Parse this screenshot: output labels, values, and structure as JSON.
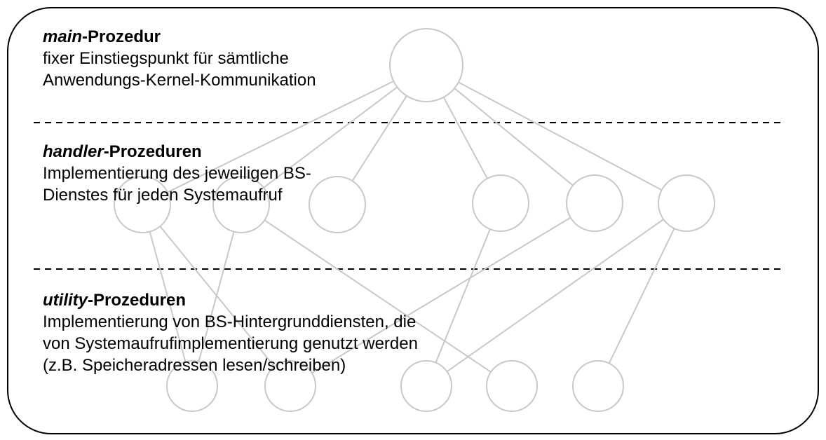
{
  "sections": {
    "main": {
      "title_italic": "main",
      "title_rest": "-Prozedur",
      "lines": [
        "fixer Einstiegspunkt für sämtliche",
        "Anwendungs-Kernel-Kommunikation"
      ]
    },
    "handler": {
      "title_italic": "handler",
      "title_rest": "-Prozeduren",
      "lines": [
        "Implementierung des jeweiligen BS-",
        "Dienstes für jeden Systemaufruf"
      ]
    },
    "utility": {
      "title_italic": "utility",
      "title_rest": "-Prozeduren",
      "lines": [
        "Implementierung von BS-Hintergrunddiensten, die",
        "von Systemaufrufimplementierung genutzt werden",
        "(z.B. Speicheradressen lesen/schreiben)"
      ]
    }
  },
  "colors": {
    "node_stroke": "#c8c8c8",
    "edge_stroke": "#c8c8c8",
    "frame_stroke": "#000000",
    "divider_stroke": "#000000"
  }
}
